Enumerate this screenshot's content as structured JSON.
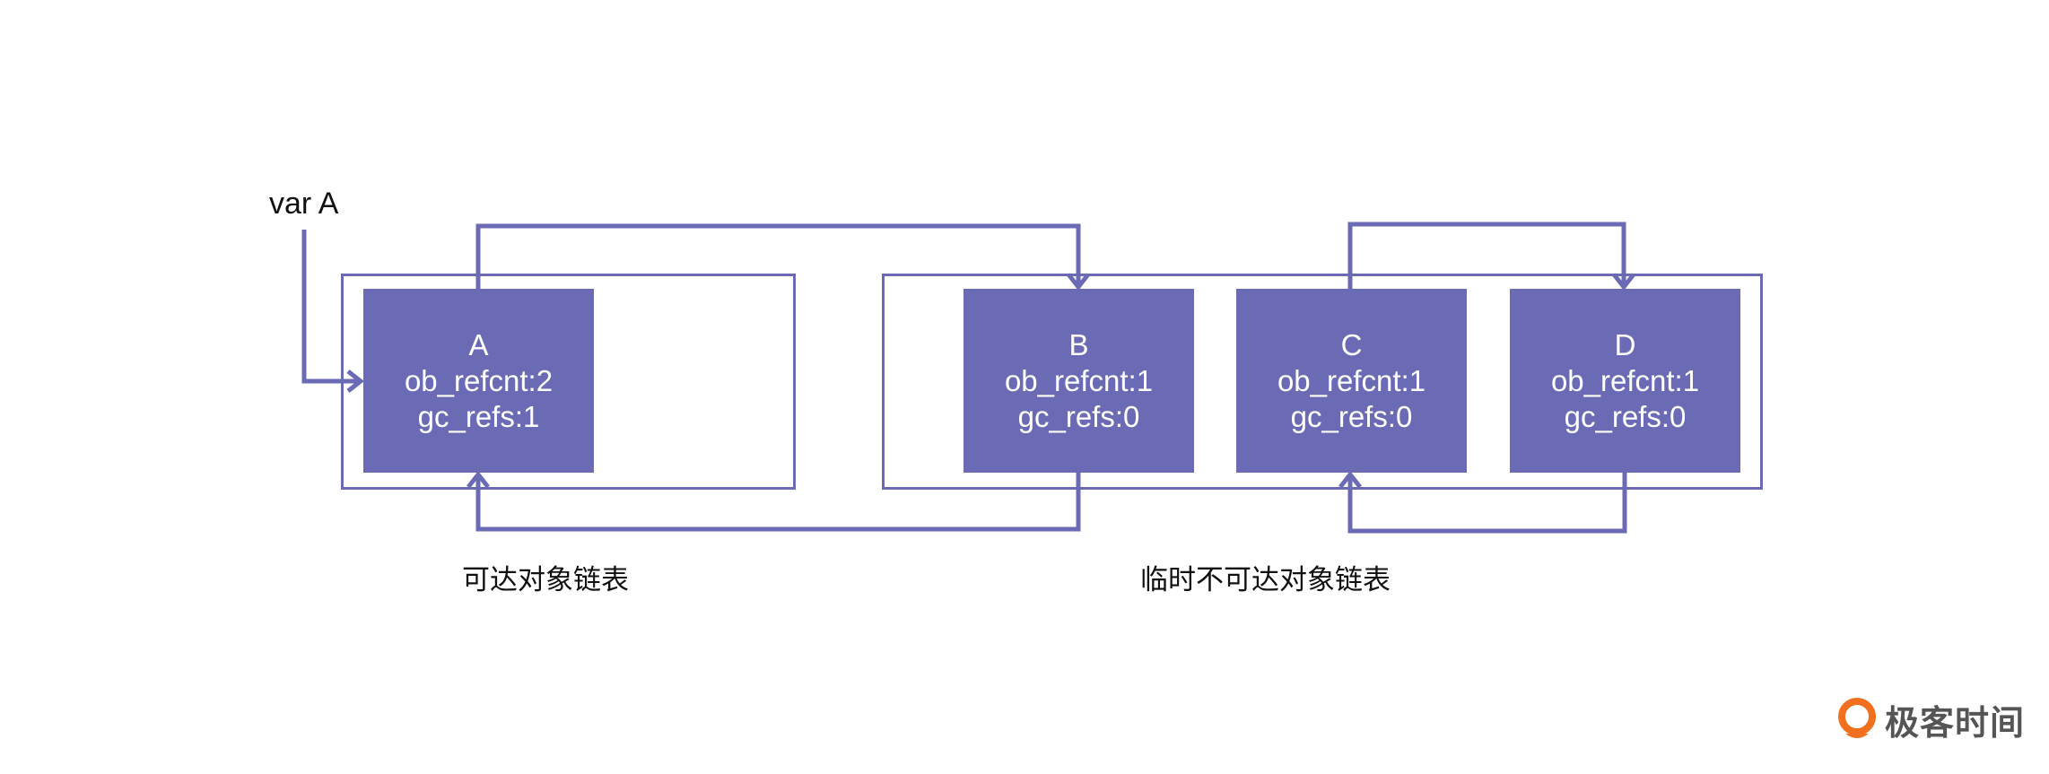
{
  "var_label": "var A",
  "objects": [
    {
      "name": "A",
      "refcnt": "ob_refcnt:2",
      "gc_refs": "gc_refs:1"
    },
    {
      "name": "B",
      "refcnt": "ob_refcnt:1",
      "gc_refs": "gc_refs:0"
    },
    {
      "name": "C",
      "refcnt": "ob_refcnt:1",
      "gc_refs": "gc_refs:0"
    },
    {
      "name": "D",
      "refcnt": "ob_refcnt:1",
      "gc_refs": "gc_refs:0"
    }
  ],
  "groups": {
    "reachable": "可达对象链表",
    "unreachable": "临时不可达对象链表"
  },
  "logo": "极客时间",
  "colors": {
    "accent": "#6b6bb5",
    "logo": "#f07020"
  }
}
